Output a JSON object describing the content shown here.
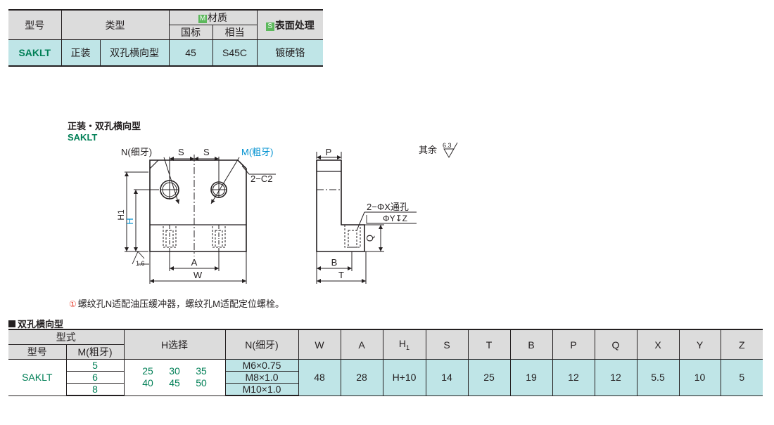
{
  "material_table": {
    "headers": {
      "model": "型号",
      "type": "类型",
      "material_tag": "M",
      "material": "材质",
      "national": "国标",
      "equivalent": "相当",
      "surface_tag": "S",
      "surface": "表面处理"
    },
    "row": {
      "model": "SAKLT",
      "mount": "正装",
      "type": "双孔横向型",
      "national": "45",
      "equivalent": "S45C",
      "surface": "镀硬铬"
    }
  },
  "drawing": {
    "title": "正装・双孔横向型",
    "code": "SAKLT",
    "labels": {
      "n": "N(细牙)",
      "m": "M(粗牙)",
      "s": "S",
      "chamfer": "2−C2",
      "h1": "H1",
      "h": "H",
      "a": "A",
      "w": "W",
      "p": "P",
      "hole": "2−ΦX通孔",
      "counter": "ΦY↧Z",
      "q": "Q",
      "b": "B",
      "t": "T",
      "rough_main": "其余",
      "rough_main_val": "6.3",
      "rough_base": "1.6"
    },
    "note_icon": "①",
    "note": "螺纹孔N适配油压缓冲器，螺纹孔M适配定位螺栓。"
  },
  "dim_section": {
    "title": "双孔横向型"
  },
  "dim_table": {
    "headers": {
      "style": "型式",
      "model": "型号",
      "m": "M(粗牙)",
      "hsel": "H选择",
      "n": "N(细牙)",
      "w": "W",
      "a": "A",
      "h1": "H",
      "h1_sub": "1",
      "s": "S",
      "t": "T",
      "b": "B",
      "p": "P",
      "q": "Q",
      "x": "X",
      "y": "Y",
      "z": "Z"
    },
    "model": "SAKLT",
    "m_values": [
      "5",
      "6",
      "8"
    ],
    "h_values_row1": [
      "25",
      "30",
      "35"
    ],
    "h_values_row2": [
      "40",
      "45",
      "50"
    ],
    "n_values": [
      "M6×0.75",
      "M8×1.0",
      "M10×1.0"
    ],
    "w": "48",
    "a": "28",
    "h1": "H+10",
    "s": "14",
    "t": "25",
    "b": "19",
    "p": "12",
    "q": "12",
    "x": "5.5",
    "y": "10",
    "z": "5"
  },
  "colors": {
    "teal_fill": "#bfe5e7",
    "header_fill": "#dcdcdc",
    "model_green": "#007f56",
    "accent_blue": "#0091d0"
  }
}
